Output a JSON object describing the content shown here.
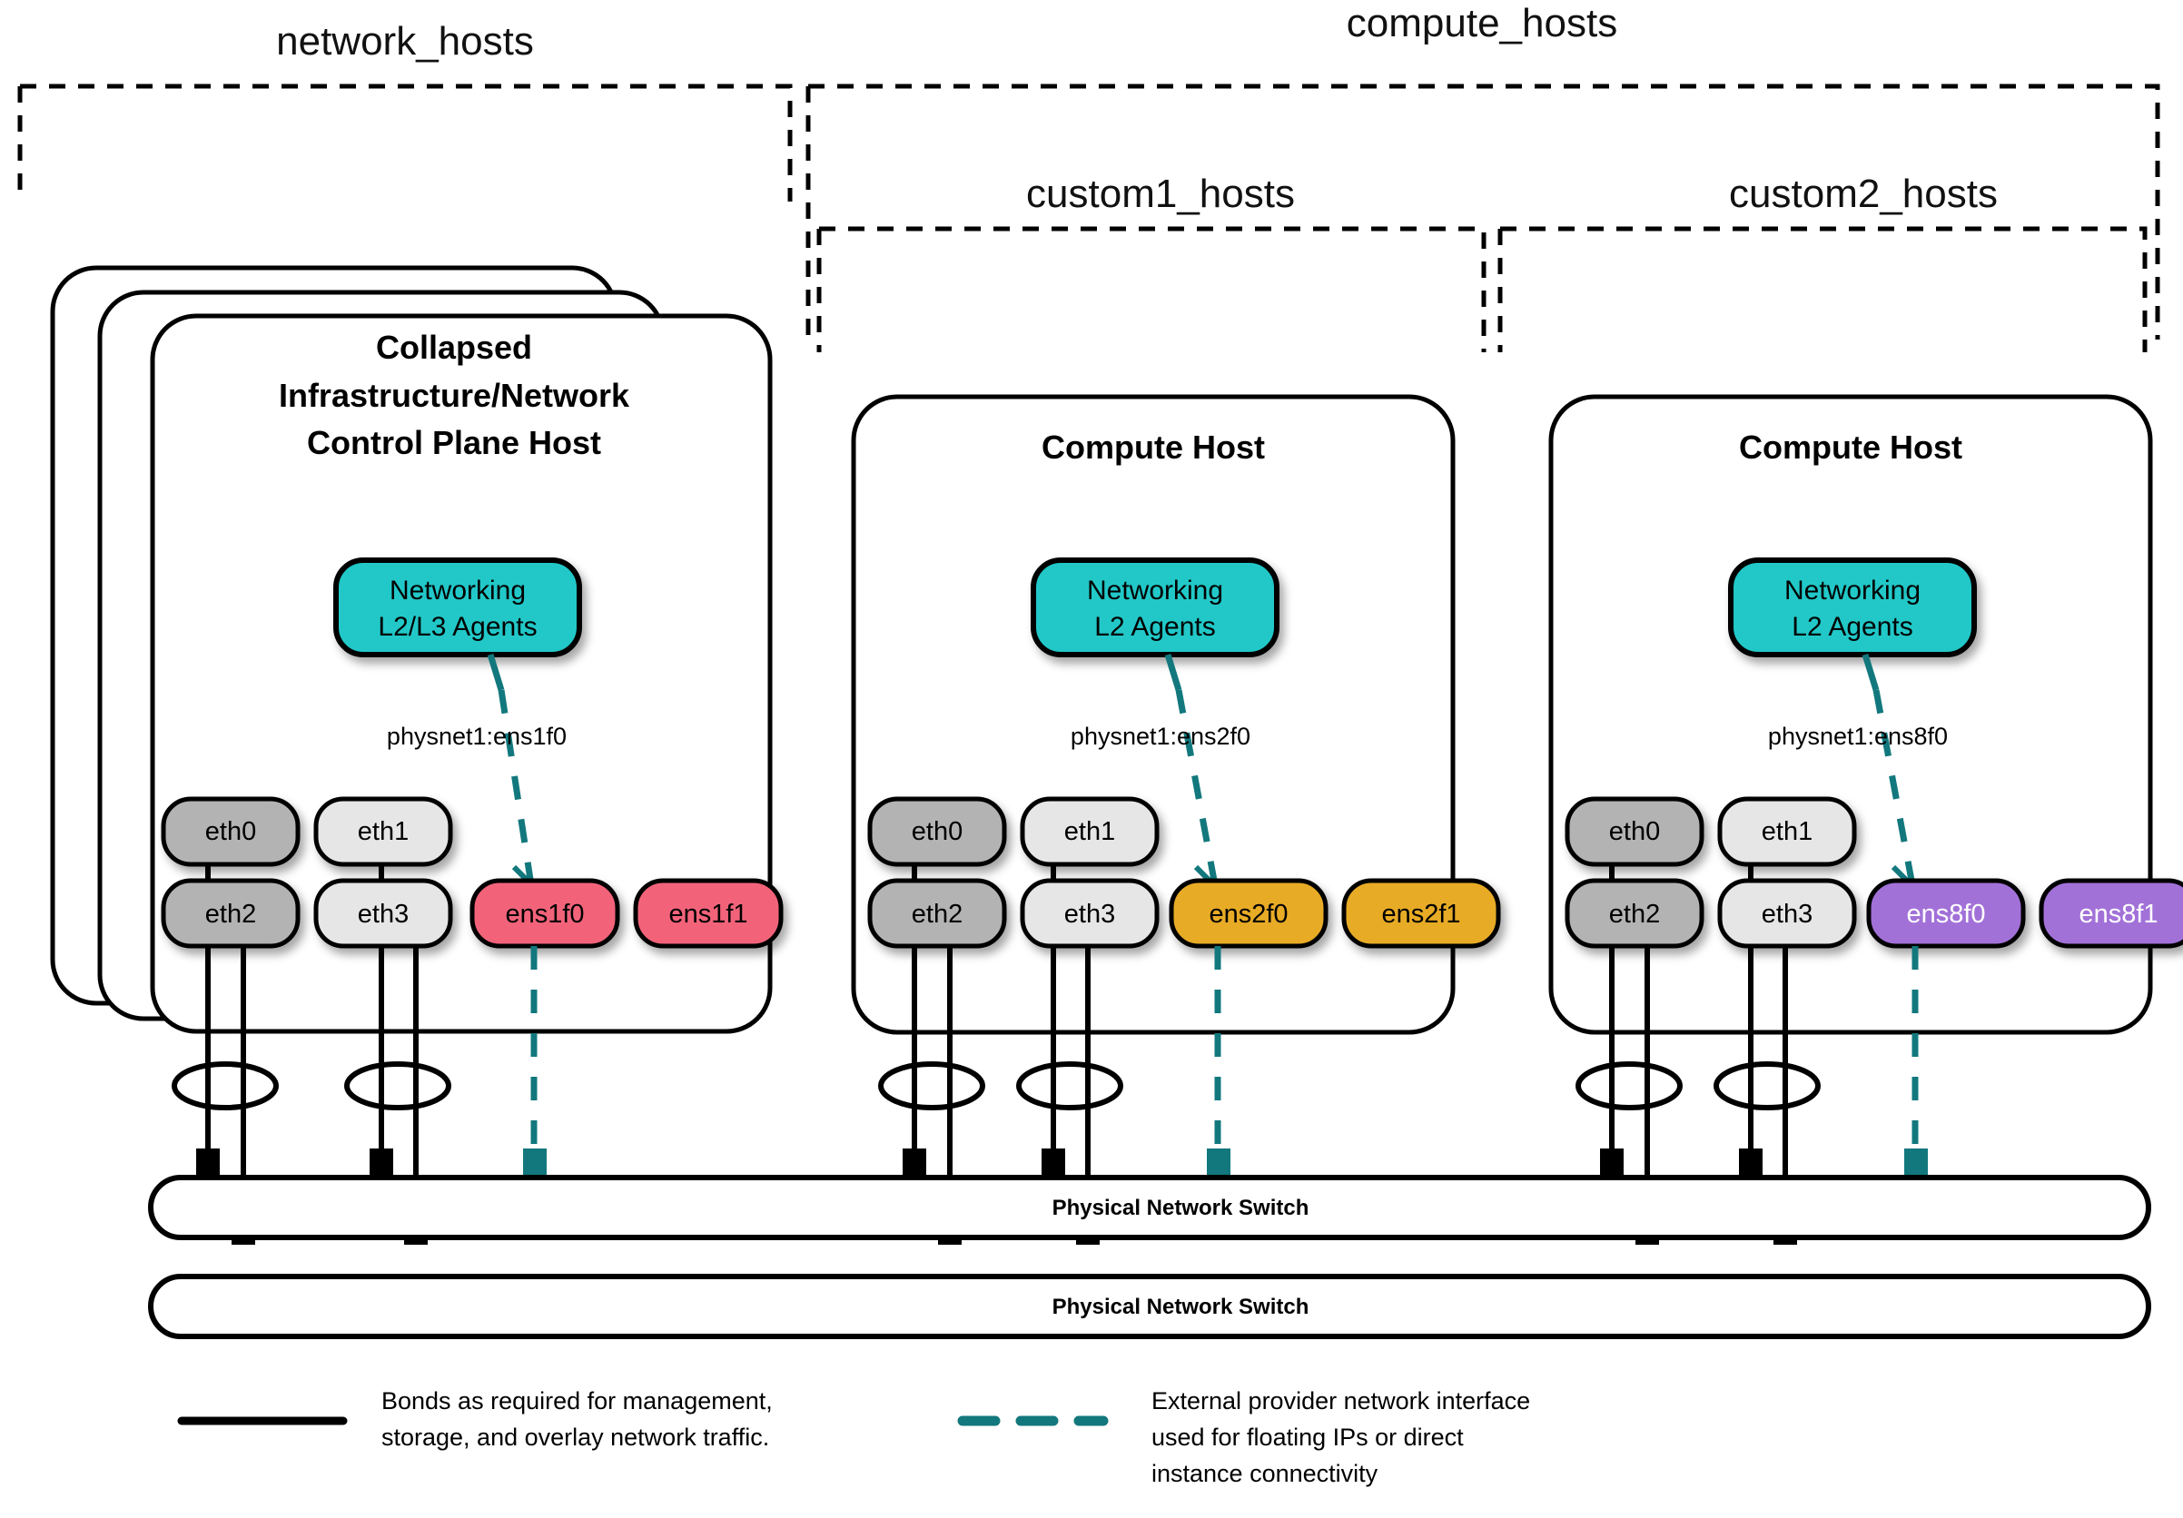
{
  "groups": [
    {
      "id": "network_hosts",
      "label": "network_hosts"
    },
    {
      "id": "compute_hosts",
      "label": "compute_hosts"
    },
    {
      "id": "custom1_hosts",
      "label": "custom1_hosts"
    },
    {
      "id": "custom2_hosts",
      "label": "custom2_hosts"
    }
  ],
  "hosts": [
    {
      "id": "network-host",
      "title_lines": [
        "Collapsed",
        "Infrastructure/Network",
        "Control Plane Host"
      ],
      "stacked": true,
      "agent": {
        "lines": [
          "Networking",
          "L2/L3 Agents"
        ],
        "color": "#22c8c8"
      },
      "physnet_label": "physnet1:ens1f0",
      "nics_top": [
        {
          "name": "eth0",
          "color": "#b3b3b3",
          "text_color": "#000000"
        },
        {
          "name": "eth1",
          "color": "#e6e6e6",
          "text_color": "#000000"
        }
      ],
      "nics_bottom": [
        {
          "name": "eth2",
          "color": "#b3b3b3",
          "text_color": "#000000"
        },
        {
          "name": "eth3",
          "color": "#e6e6e6",
          "text_color": "#000000"
        },
        {
          "name": "ens1f0",
          "color": "#f2647a",
          "text_color": "#000000"
        },
        {
          "name": "ens1f1",
          "color": "#f2647a",
          "text_color": "#000000"
        }
      ]
    },
    {
      "id": "compute-host-1",
      "title_lines": [
        "Compute Host"
      ],
      "stacked": false,
      "agent": {
        "lines": [
          "Networking",
          "L2 Agents"
        ],
        "color": "#22c8c8"
      },
      "physnet_label": "physnet1:ens2f0",
      "nics_top": [
        {
          "name": "eth0",
          "color": "#b3b3b3",
          "text_color": "#000000"
        },
        {
          "name": "eth1",
          "color": "#e6e6e6",
          "text_color": "#000000"
        }
      ],
      "nics_bottom": [
        {
          "name": "eth2",
          "color": "#b3b3b3",
          "text_color": "#000000"
        },
        {
          "name": "eth3",
          "color": "#e6e6e6",
          "text_color": "#000000"
        },
        {
          "name": "ens2f0",
          "color": "#e8ab26",
          "text_color": "#000000"
        },
        {
          "name": "ens2f1",
          "color": "#e8ab26",
          "text_color": "#000000"
        }
      ]
    },
    {
      "id": "compute-host-2",
      "title_lines": [
        "Compute Host"
      ],
      "stacked": false,
      "agent": {
        "lines": [
          "Networking",
          "L2 Agents"
        ],
        "color": "#22c8c8"
      },
      "physnet_label": "physnet1:ens8f0",
      "nics_top": [
        {
          "name": "eth0",
          "color": "#b3b3b3",
          "text_color": "#000000"
        },
        {
          "name": "eth1",
          "color": "#e6e6e6",
          "text_color": "#000000"
        }
      ],
      "nics_bottom": [
        {
          "name": "eth2",
          "color": "#b3b3b3",
          "text_color": "#000000"
        },
        {
          "name": "eth3",
          "color": "#e6e6e6",
          "text_color": "#000000"
        },
        {
          "name": "ens8f0",
          "color": "#a271d8",
          "text_color": "#ffffff"
        },
        {
          "name": "ens8f1",
          "color": "#a271d8",
          "text_color": "#ffffff"
        }
      ]
    }
  ],
  "switches": [
    {
      "id": "switch-top",
      "label": "Physical Network Switch"
    },
    {
      "id": "switch-bottom",
      "label": "Physical Network Switch"
    }
  ],
  "legend": [
    {
      "id": "legend-bonds",
      "style": "solid",
      "color": "#000000",
      "lines": [
        "Bonds as required for management,",
        "storage, and overlay network traffic."
      ]
    },
    {
      "id": "legend-provider",
      "style": "dashed",
      "color": "#12787d",
      "lines": [
        "External provider network interface",
        "used for floating IPs or direct",
        "instance connectivity"
      ]
    }
  ],
  "colors": {
    "teal_accent": "#12787d",
    "agent_fill": "#22c8c8",
    "nic_dark_gray": "#b3b3b3",
    "nic_light_gray": "#e6e6e6",
    "nic_pink": "#f2647a",
    "nic_orange": "#e8ab26",
    "nic_purple": "#a271d8",
    "outline": "#000000",
    "background": "#ffffff"
  }
}
